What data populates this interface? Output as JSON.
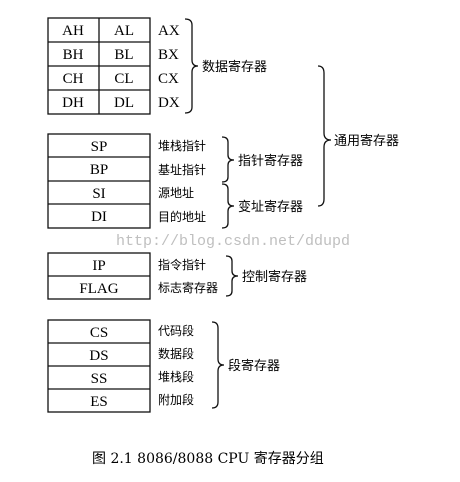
{
  "general_data": {
    "rows": [
      {
        "high": "AH",
        "low": "AL",
        "name": "AX"
      },
      {
        "high": "BH",
        "low": "BL",
        "name": "BX"
      },
      {
        "high": "CH",
        "low": "CL",
        "name": "CX"
      },
      {
        "high": "DH",
        "low": "DL",
        "name": "DX"
      }
    ],
    "group_label": "数据寄存器"
  },
  "pointer_index": {
    "rows": [
      {
        "reg": "SP",
        "desc": "堆栈指针"
      },
      {
        "reg": "BP",
        "desc": "基址指针"
      },
      {
        "reg": "SI",
        "desc": "源地址"
      },
      {
        "reg": "DI",
        "desc": "目的地址"
      }
    ],
    "pointer_label": "指针寄存器",
    "index_label": "变址寄存器"
  },
  "general_purpose_label": "通用寄存器",
  "control": {
    "rows": [
      {
        "reg": "IP",
        "desc": "指令指针"
      },
      {
        "reg": "FLAG",
        "desc": "标志寄存器"
      }
    ],
    "group_label": "控制寄存器"
  },
  "segment": {
    "rows": [
      {
        "reg": "CS",
        "desc": "代码段"
      },
      {
        "reg": "DS",
        "desc": "数据段"
      },
      {
        "reg": "SS",
        "desc": "堆栈段"
      },
      {
        "reg": "ES",
        "desc": "附加段"
      }
    ],
    "group_label": "段寄存器"
  },
  "watermark": "http://blog.csdn.net/ddupd",
  "caption": "图 2.1   8086/8088 CPU 寄存器分组"
}
